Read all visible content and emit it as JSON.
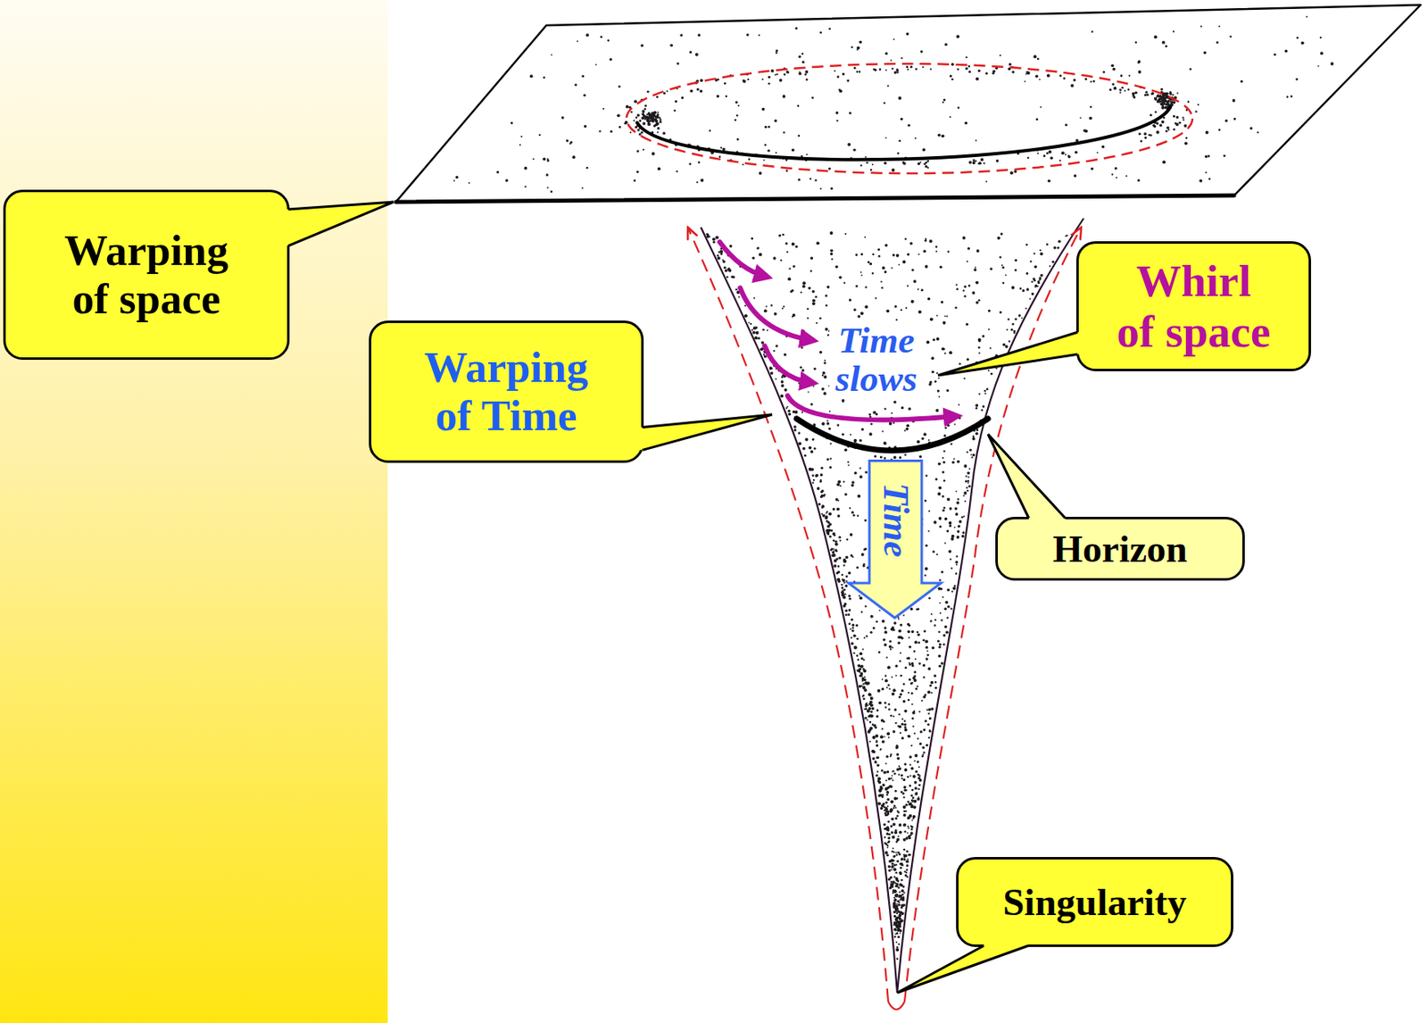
{
  "diagram": {
    "nodes": [
      {
        "text": [
          "Warping of space"
        ]
      },
      {
        "text": [
          "Whirl of space"
        ]
      },
      {
        "text": [
          "Warping of Time"
        ]
      },
      {
        "text": [
          "Time"
        ]
      },
      {
        "text": [
          "Horizon"
        ]
      },
      {
        "text": [
          "Singularity"
        ]
      }
    ],
    "labels": [
      "Time slows"
    ]
  }
}
